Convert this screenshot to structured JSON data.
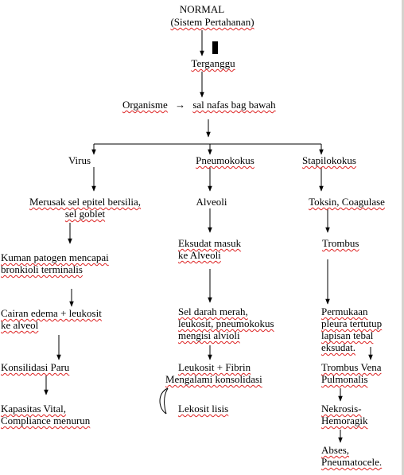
{
  "root": {
    "title": "NORMAL",
    "subtitle": "(Sistem Pertahanan)",
    "disturbed": "Terganggu",
    "organism": "Organisme",
    "arrow": "→",
    "tract": "sal nafas bag bawah"
  },
  "virus": {
    "title": "Virus",
    "step1_line1": "Merusak sel epitel bersilia,",
    "step1_line2": "sel goblet",
    "step2_line1": "Kuman patogen mencapai",
    "step2_line2": "bronkioli terminalis",
    "step3_line1": "Cairan edema + leukosit",
    "step3_line2": "ke alveol",
    "step4": "Konsilidasi  Paru",
    "step5_line1": "Kapasitas Vital,",
    "step5_line2": "Compliance menurun"
  },
  "pneumo": {
    "title": "Pneumokokus",
    "step1": "Alveoli",
    "step2_line1": "Eksudat masuk",
    "step2_line2": "ke Alveoli",
    "step3_line1": "Sel darah merah,",
    "step3_line2": "leukosit, pneumokokus",
    "step3_line3": "mengisi alvioli",
    "step4_line1": "Leukosit + Fibrin",
    "step4_line2": "Mengalami konsolidasi",
    "step5": "Lekosit lisis"
  },
  "stapilo": {
    "title": "Stapilokokus",
    "step1": "Toksin, Coagulase",
    "step2": "Trombus",
    "step3_line1": "Permukaan",
    "step3_line2": "pleura tertutup",
    "step3_line3": "lapisan tebal",
    "step3_line4": "eksudat.",
    "step4_line1": "Trombus Vena",
    "step4_line2": "Pulmonalis",
    "step5_line1": "Nekrosis-",
    "step5_line2": "Hemoragik",
    "step6_line1": "Abses,",
    "step6_line2": "Pneumatocele."
  }
}
